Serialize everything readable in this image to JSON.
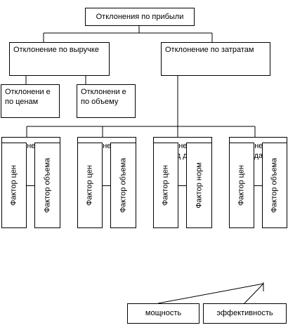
{
  "root": {
    "label": "Отклонения по прибыли"
  },
  "level2": {
    "revenue": "Отклонение по выручке",
    "costs": "Отклонение по затратам"
  },
  "level3": {
    "price": "Отклонени е по ценам",
    "volume": "Отклонени е по объему"
  },
  "groups": [
    {
      "back_text": "Отклонени ри",
      "price_factor": "Фактор цен",
      "second_factor": "Фактор объема"
    },
    {
      "back_text": "Отклонени  ата а",
      "price_factor": "Фактор цен",
      "second_factor": "Фактор объема"
    },
    {
      "back_text": "Отклонение лен ад да",
      "price_factor": "Фактор цен",
      "second_factor": "Фактор норм"
    },
    {
      "back_text": "Отклонение ян дн да",
      "price_factor": "Фактор цен",
      "second_factor": "Фактор объема"
    }
  ],
  "bottom": {
    "capacity": "мощность",
    "efficiency": "эффективность"
  }
}
